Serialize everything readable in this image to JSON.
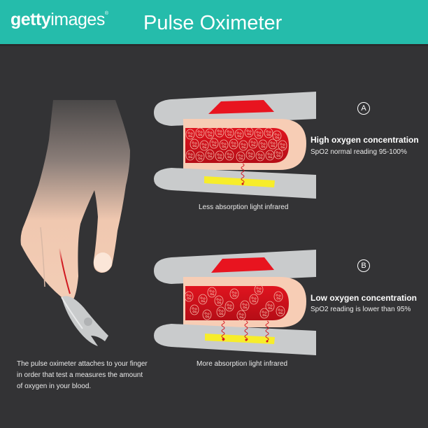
{
  "header": {
    "logo_bold": "getty",
    "logo_light": "images",
    "logo_mark": "®",
    "title": "Pulse Oximeter"
  },
  "panel_a": {
    "marker": "A",
    "heading": "High oxygen concentration",
    "subheading": "SpO2 normal reading 95-100%",
    "caption": "Less absorption light infrared"
  },
  "panel_b": {
    "marker": "B",
    "heading": "Low oxygen concentration",
    "subheading": "SpO2 reading is lower than 95%",
    "caption": "More absorption light infrared"
  },
  "description": {
    "line1": "The pulse oximeter attaches to your finger",
    "line2": "in order that test a measures the amount",
    "line3": "of oxygen in your blood."
  },
  "colors": {
    "header_bg": "#25bcab",
    "background": "#333335",
    "clamp": "#c9cbcc",
    "skin": "#f7cdb5",
    "blood": "#d4121e",
    "emitter": "#e8141f",
    "sensor": "#f7ed2a"
  },
  "icons": {
    "hand": "hand-illustration",
    "oximeter": "oximeter-clip-illustration",
    "red_cell": "red-blood-cell",
    "wave": "infrared-wave"
  }
}
